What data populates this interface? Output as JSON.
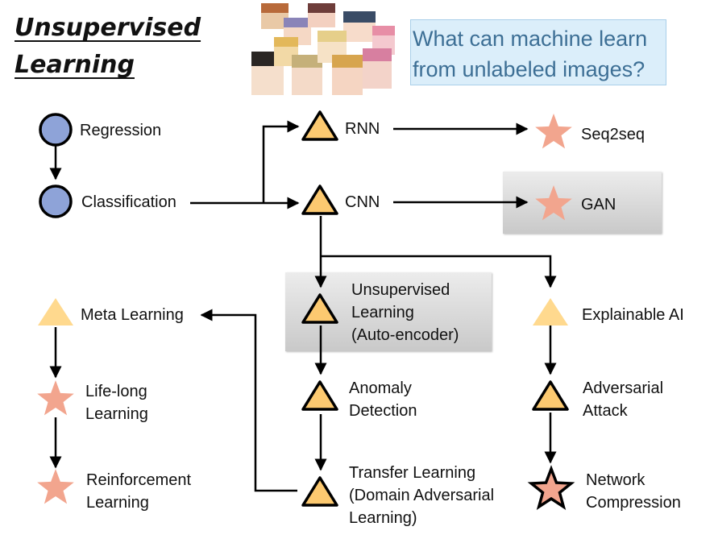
{
  "title": {
    "line1": "Unsupervised",
    "line2": "Learning"
  },
  "question": {
    "line1": "What can machine learn",
    "line2": "from unlabeled images?"
  },
  "nodes": {
    "regression": "Regression",
    "classification": "Classification",
    "rnn": "RNN",
    "cnn": "CNN",
    "seq2seq": "Seq2seq",
    "gan": "GAN",
    "unsupervised": {
      "line1": "Unsupervised",
      "line2": "Learning",
      "line3": "(Auto-encoder)"
    },
    "explainable_ai": "Explainable AI",
    "meta_learning": "Meta Learning",
    "lifelong": {
      "line1": "Life-long",
      "line2": "Learning"
    },
    "reinforcement": {
      "line1": "Reinforcement",
      "line2": "Learning"
    },
    "anomaly": {
      "line1": "Anomaly",
      "line2": "Detection"
    },
    "transfer": {
      "line1": "Transfer Learning",
      "line2": "(Domain Adversarial",
      "line3": "Learning)"
    },
    "adversarial": {
      "line1": "Adversarial",
      "line2": "Attack"
    },
    "compression": {
      "line1": "Network",
      "line2": "Compression"
    }
  },
  "colors": {
    "circle": "#8ea3d8",
    "triangle": "#fcc970",
    "triangle_light": "#ffd98e",
    "star": "#f2a58e",
    "question_bg": "#dbeefa",
    "question_text": "#3d6f95"
  }
}
